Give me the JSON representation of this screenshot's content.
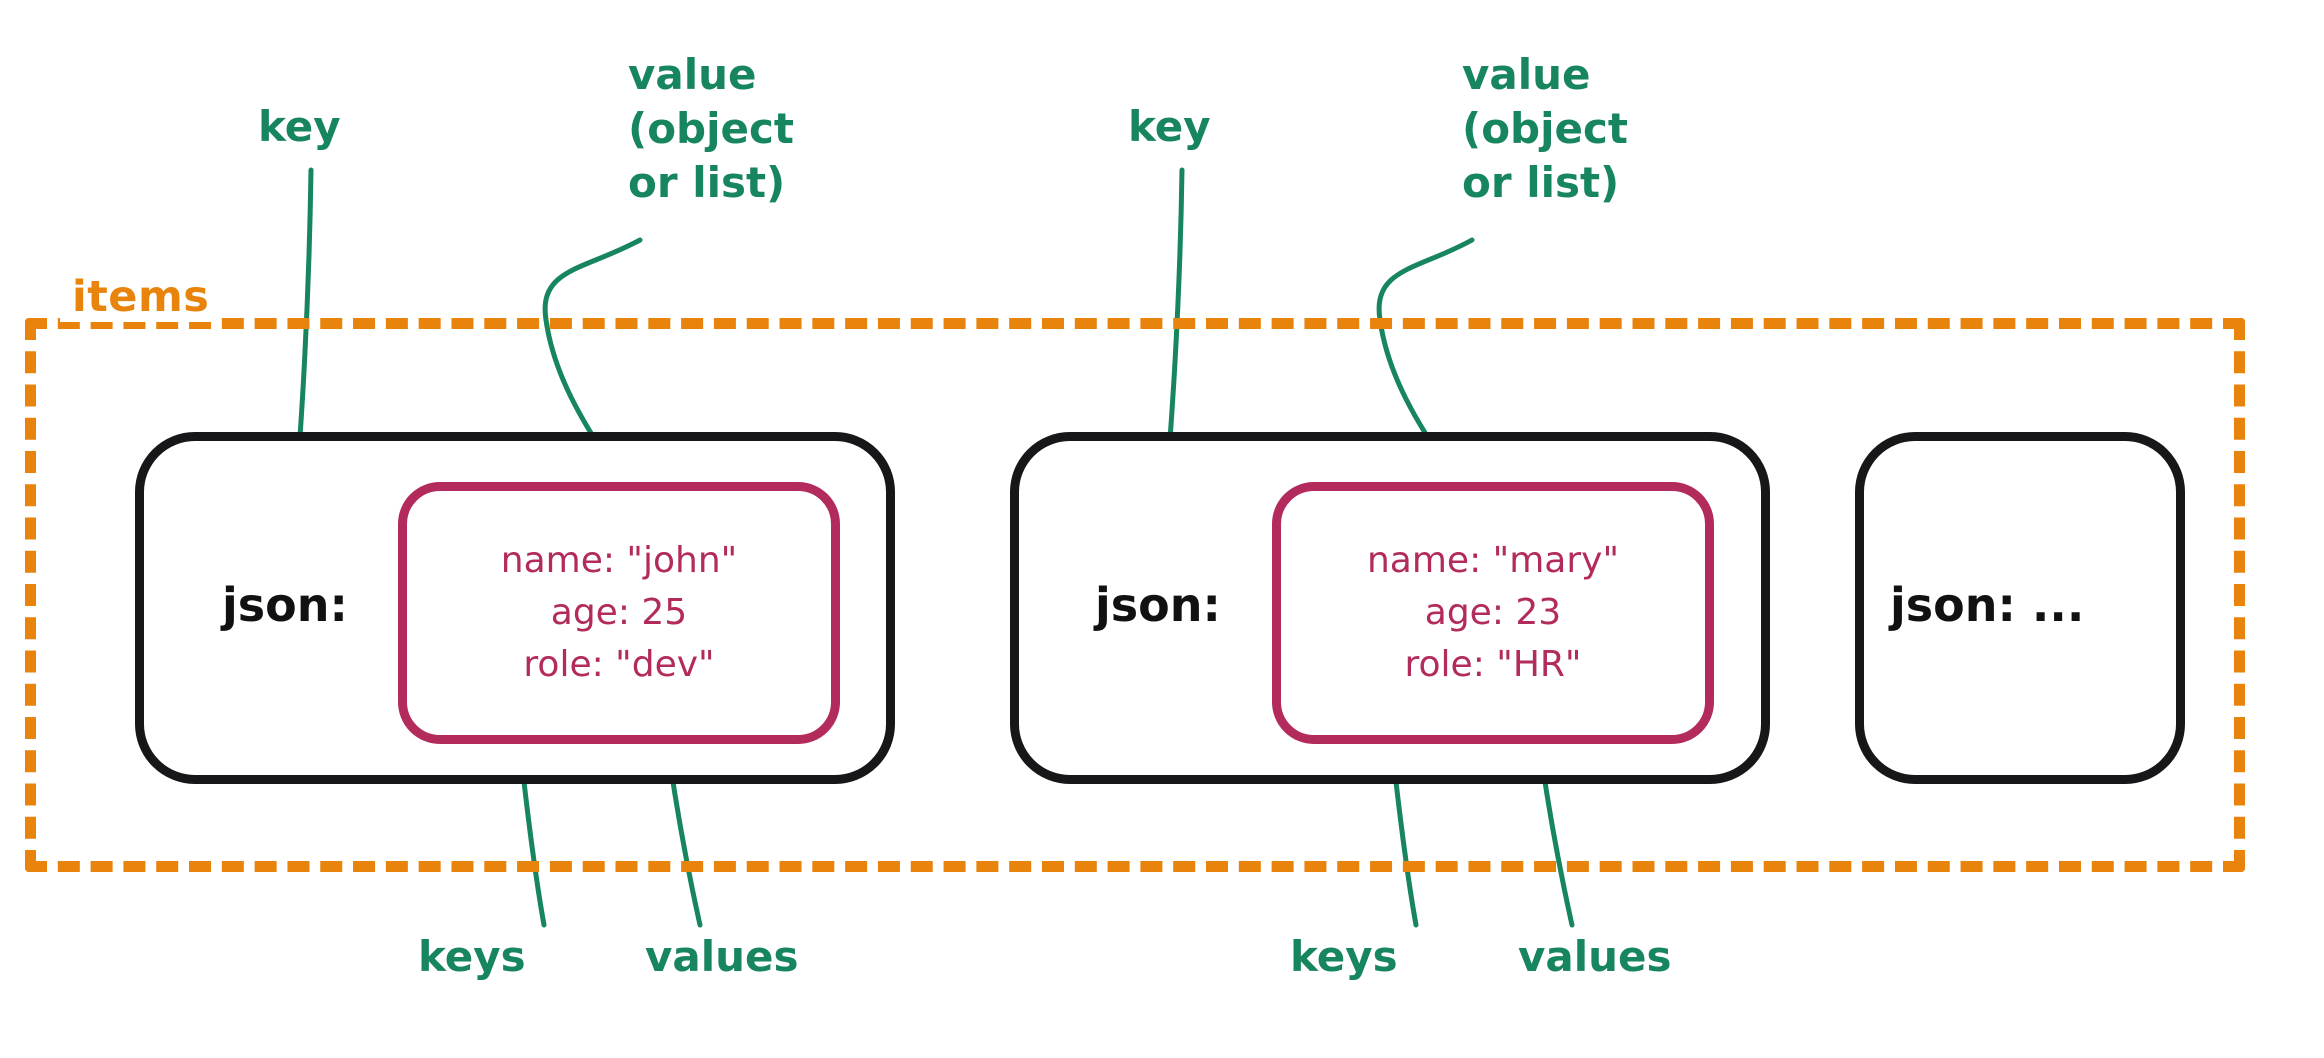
{
  "diagram": {
    "container": {
      "label": "items",
      "border_color": "#E8830C",
      "style": "dashed"
    },
    "colors": {
      "annotation_green": "#17855E",
      "container_orange": "#E8830C",
      "inner_box_crimson": "#B22B5C",
      "card_black": "#17171a"
    },
    "annotations": {
      "key_label_1": "key",
      "value_label_1": "value\n(object\nor list)",
      "value_label_1_lines": [
        "value",
        "(object",
        "or list)"
      ],
      "key_label_2": "key",
      "value_label_2_lines": [
        "value",
        "(object",
        "or list)"
      ],
      "keys_label_1": "keys",
      "values_label_1": "values",
      "keys_label_2": "keys",
      "values_label_2": "values"
    },
    "cards": [
      {
        "key_label": "json:",
        "has_inner_box": true,
        "entries": [
          {
            "line": "name: \"john\""
          },
          {
            "line": "age: 25"
          },
          {
            "line": "role: \"dev\""
          }
        ]
      },
      {
        "key_label": "json:",
        "has_inner_box": true,
        "entries": [
          {
            "line": "name: \"mary\""
          },
          {
            "line": "age: 23"
          },
          {
            "line": "role: \"HR\""
          }
        ]
      },
      {
        "key_label": "json: ...",
        "has_inner_box": false,
        "entries": []
      }
    ]
  }
}
